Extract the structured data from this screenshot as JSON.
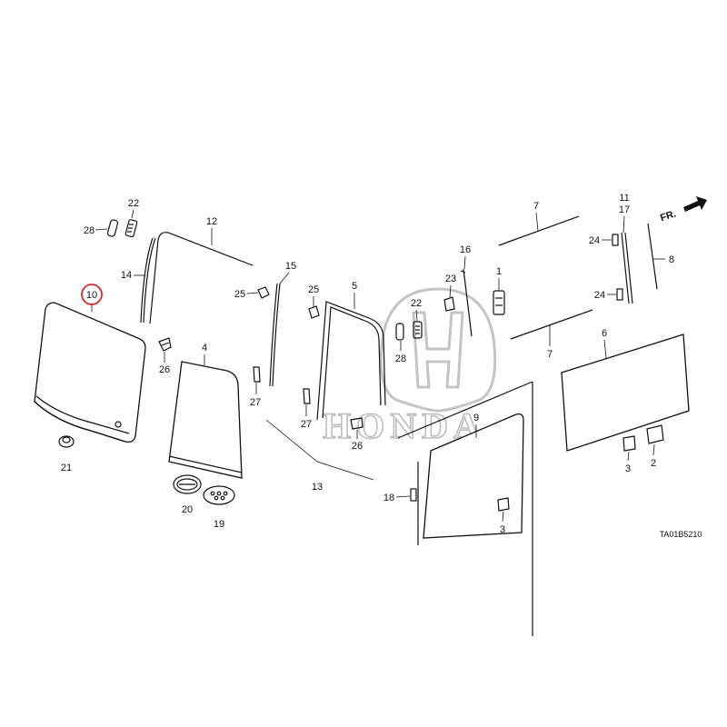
{
  "watermark": {
    "brand": "HONDA"
  },
  "direction_label": "FR.",
  "diagram_code": "TA01B5210",
  "highlight_color": "#d9262c",
  "callouts": {
    "p1": "1",
    "p2": "2",
    "p3a": "3",
    "p3b": "3",
    "p4": "4",
    "p5": "5",
    "p6": "6",
    "p7a": "7",
    "p7b": "7",
    "p8": "8",
    "p9": "9",
    "p10": "10",
    "p11": "11",
    "p12": "12",
    "p13": "13",
    "p14": "14",
    "p15": "15",
    "p16": "16",
    "p17": "17",
    "p18": "18",
    "p19": "19",
    "p20": "20",
    "p21": "21",
    "p22a": "22",
    "p22b": "22",
    "p23": "23",
    "p24a": "24",
    "p24b": "24",
    "p25a": "25",
    "p25b": "25",
    "p26a": "26",
    "p26b": "26",
    "p27a": "27",
    "p27b": "27",
    "p28a": "28",
    "p28b": "28"
  }
}
